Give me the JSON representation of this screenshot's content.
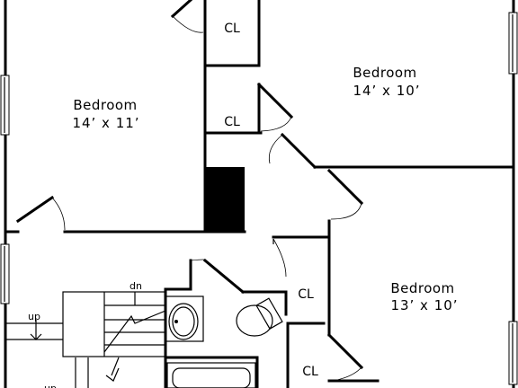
{
  "rooms": [
    {
      "name": "Bedroom",
      "dims": "14’ x 11’"
    },
    {
      "name": "Bedroom",
      "dims": "14’ x 10’"
    },
    {
      "name": "Bedroom",
      "dims": "13’ x 10’"
    }
  ],
  "closets": [
    "CL",
    "CL",
    "CL",
    "CL"
  ],
  "stairs": {
    "down": "dn",
    "up": "up",
    "up_partial": "up"
  }
}
